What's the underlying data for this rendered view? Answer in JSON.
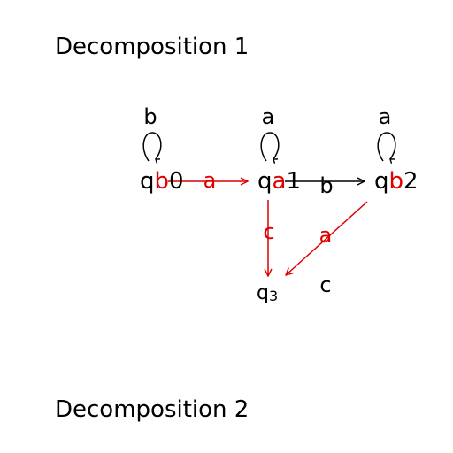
{
  "headings": {
    "first": "Decomposition 1",
    "second": "Decomposition 2"
  },
  "colors": {
    "ink": "#000000",
    "highlight": "#e00000"
  },
  "states": {
    "q0": {
      "prefix": "q",
      "marker": "b",
      "suffix": "0"
    },
    "q1": {
      "prefix": "q",
      "marker": "a",
      "suffix": "1"
    },
    "q2": {
      "prefix": "q",
      "marker": "b",
      "suffix": "2"
    },
    "q3": {
      "prefix": "q",
      "subscript": "3"
    }
  },
  "self_loops": {
    "q0": "b",
    "q1": "a",
    "q2": "a"
  },
  "transitions": [
    {
      "from": "q0",
      "to": "q1",
      "label": "a",
      "color": "#e00000"
    },
    {
      "from": "q1",
      "to": "q2",
      "label": "b",
      "color": "#000000"
    },
    {
      "from": "q1",
      "to": "q3",
      "label": "c",
      "color": "#e00000"
    },
    {
      "from": "q2",
      "to": "q3",
      "label": "a",
      "color": "#e00000"
    }
  ],
  "free_labels": {
    "c_near_q3": "c"
  }
}
